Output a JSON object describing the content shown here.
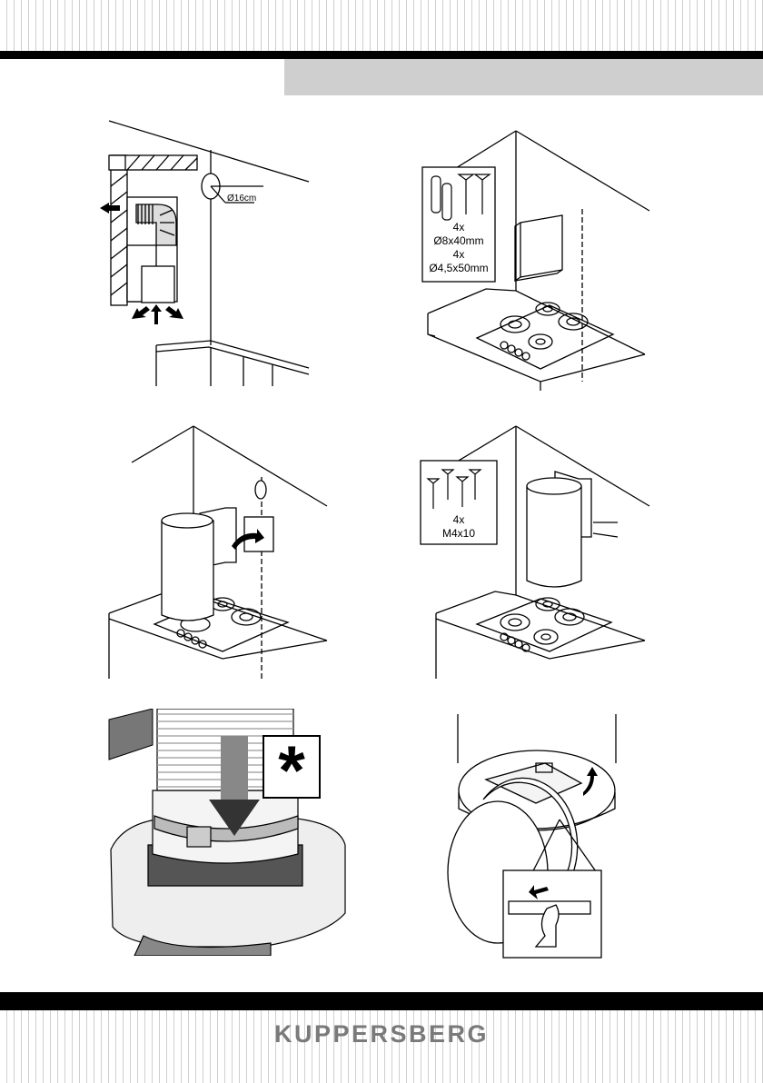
{
  "figure1": {
    "pipe_diameter": "Ø16cm"
  },
  "figure2": {
    "wall_plug_count": "4x",
    "wall_plug_size": "Ø8x40mm",
    "screw_count": "4x",
    "screw_size": "Ø4,5x50mm"
  },
  "figure4": {
    "screw_count": "4x",
    "screw_size": "M4x10"
  },
  "figure5": {
    "note_symbol": "*"
  },
  "footer": {
    "brand": "KUPPERSBERG"
  }
}
